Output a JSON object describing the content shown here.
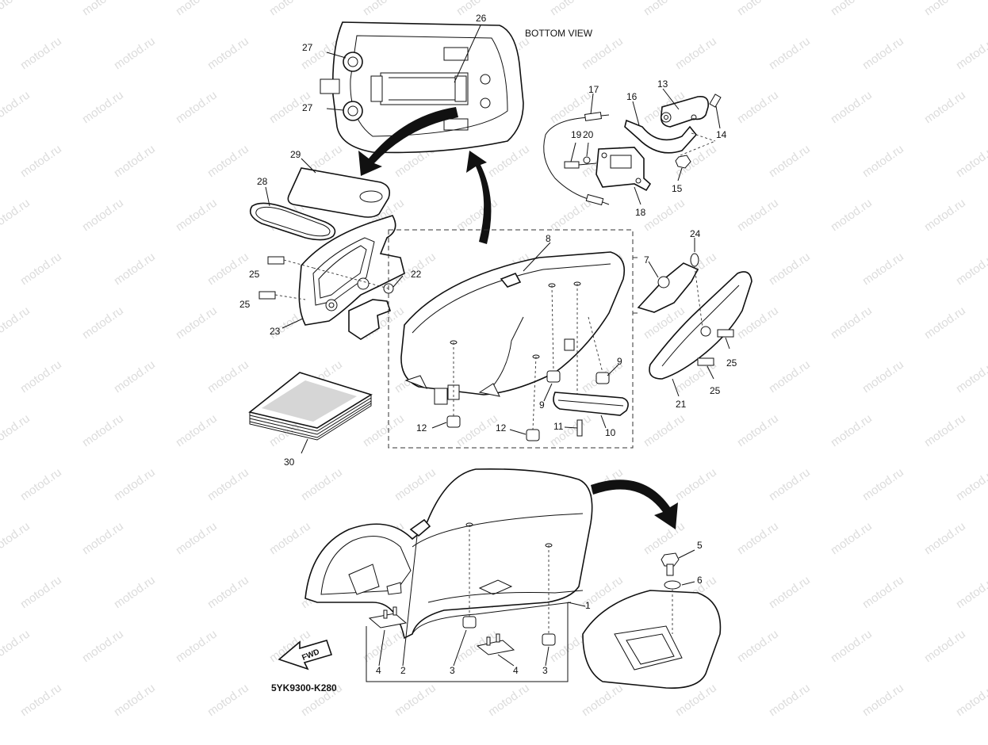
{
  "diagram": {
    "title": "BOTTOM VIEW",
    "code": "5YK9300-K280",
    "fwd_label": "FWD",
    "watermark": "motod.ru",
    "callouts": [
      {
        "id": "c26",
        "label": "26"
      },
      {
        "id": "c27a",
        "label": "27"
      },
      {
        "id": "c27b",
        "label": "27"
      },
      {
        "id": "c17",
        "label": "17"
      },
      {
        "id": "c13",
        "label": "13"
      },
      {
        "id": "c16",
        "label": "16"
      },
      {
        "id": "c19",
        "label": "19"
      },
      {
        "id": "c20",
        "label": "20"
      },
      {
        "id": "c14",
        "label": "14"
      },
      {
        "id": "c15",
        "label": "15"
      },
      {
        "id": "c18",
        "label": "18"
      },
      {
        "id": "c29",
        "label": "29"
      },
      {
        "id": "c28",
        "label": "28"
      },
      {
        "id": "c8",
        "label": "8"
      },
      {
        "id": "c7",
        "label": "7"
      },
      {
        "id": "c24",
        "label": "24"
      },
      {
        "id": "c25a",
        "label": "25"
      },
      {
        "id": "c25b",
        "label": "25"
      },
      {
        "id": "c22",
        "label": "22"
      },
      {
        "id": "c23",
        "label": "23"
      },
      {
        "id": "c9a",
        "label": "9"
      },
      {
        "id": "c9b",
        "label": "9"
      },
      {
        "id": "c25c",
        "label": "25"
      },
      {
        "id": "c25d",
        "label": "25"
      },
      {
        "id": "c21",
        "label": "21"
      },
      {
        "id": "c12a",
        "label": "12"
      },
      {
        "id": "c12b",
        "label": "12"
      },
      {
        "id": "c11",
        "label": "11"
      },
      {
        "id": "c10",
        "label": "10"
      },
      {
        "id": "c30",
        "label": "30"
      },
      {
        "id": "c5",
        "label": "5"
      },
      {
        "id": "c6",
        "label": "6"
      },
      {
        "id": "c1",
        "label": "1"
      },
      {
        "id": "c4a",
        "label": "4"
      },
      {
        "id": "c2",
        "label": "2"
      },
      {
        "id": "c3a",
        "label": "3"
      },
      {
        "id": "c4b",
        "label": "4"
      },
      {
        "id": "c3b",
        "label": "3"
      }
    ]
  }
}
